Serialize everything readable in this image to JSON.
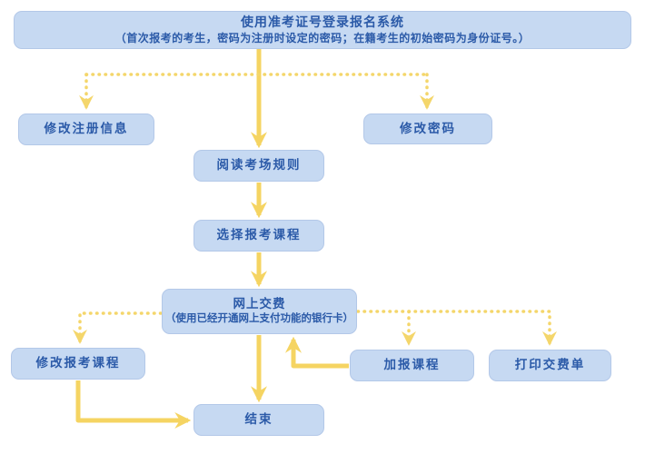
{
  "nodes": {
    "login": {
      "title": "使用准考证号登录报名系统",
      "subtitle": "（首次报考的考生，密码为注册时设定的密码；在籍考生的初始密码为身份证号。）"
    },
    "modify_registration": {
      "label": "修改注册信息"
    },
    "change_password": {
      "label": "修改密码"
    },
    "read_rules": {
      "label": "阅读考场规则"
    },
    "select_courses": {
      "label": "选择报考课程"
    },
    "online_payment": {
      "title": "网上交费",
      "subtitle": "（使用已经开通网上支付功能的银行卡）"
    },
    "modify_courses": {
      "label": "修改报考课程"
    },
    "add_courses": {
      "label": "加报课程"
    },
    "print_payment_slip": {
      "label": "打印交费单"
    },
    "end": {
      "label": "结束"
    }
  },
  "colors": {
    "node_fill": "#c6d9f2",
    "node_border": "#b3c8e8",
    "node_text": "#2b5aa8",
    "arrow_solid": "#f5d462",
    "arrow_dotted": "#f4d66b",
    "background": "#ffffff"
  }
}
